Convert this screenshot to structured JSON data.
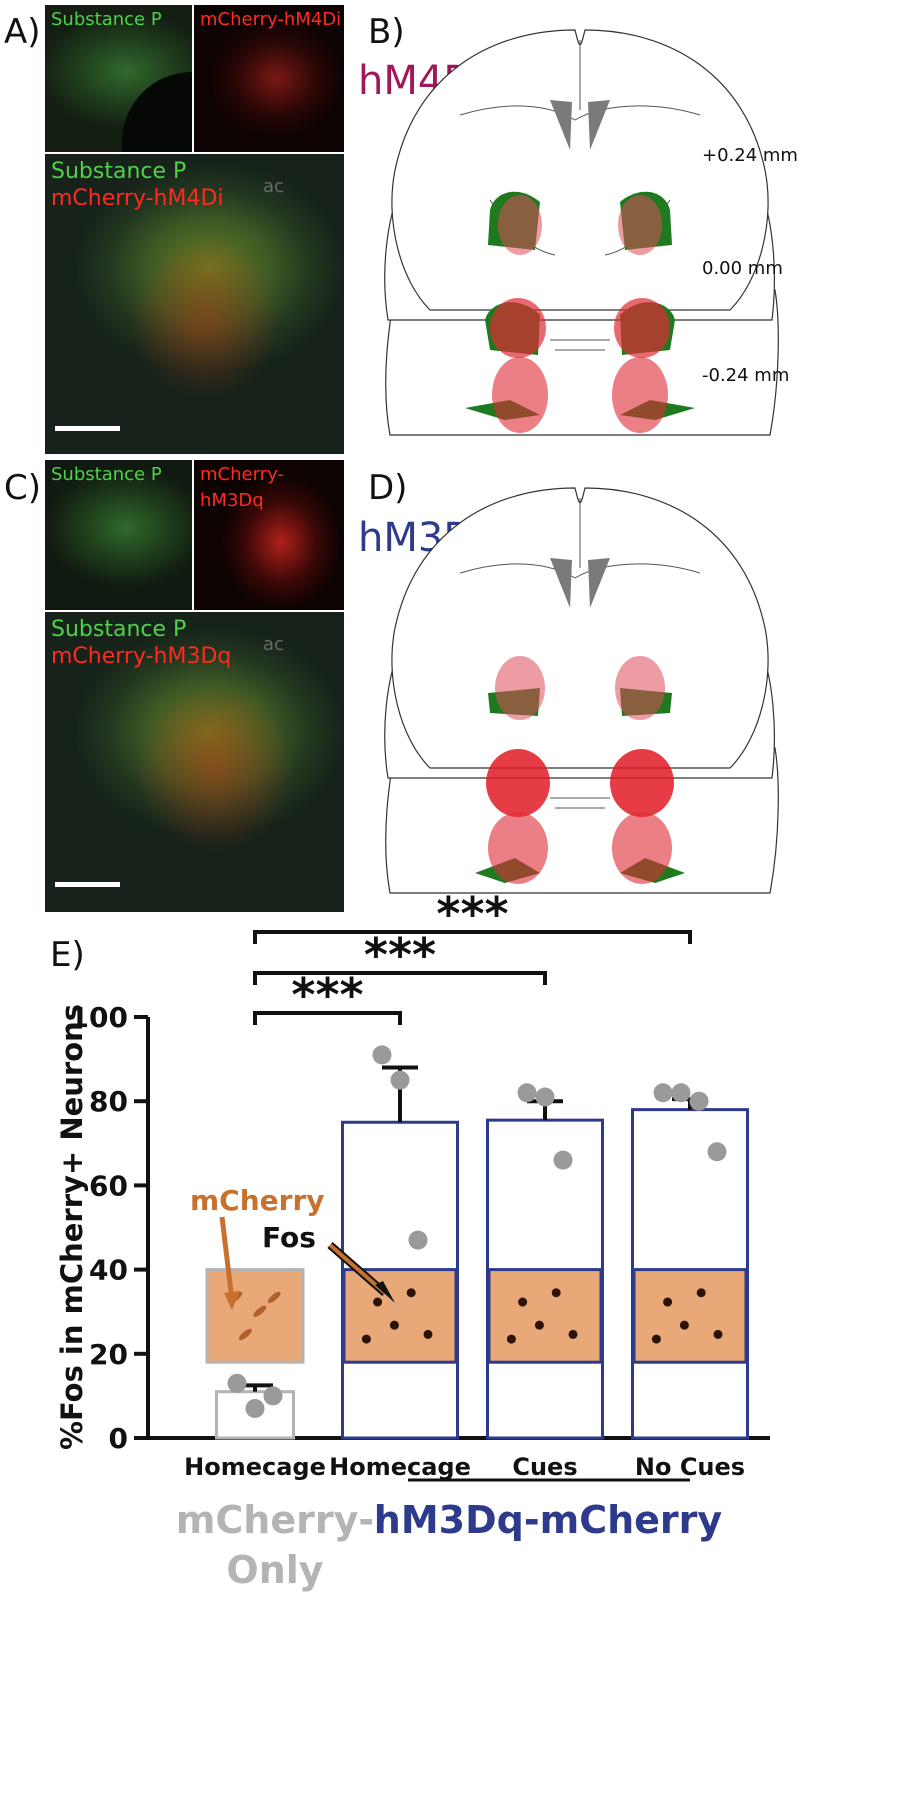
{
  "panels": {
    "A": {
      "letter": "A)",
      "top_left": "Substance P",
      "top_right": "mCherry-hM4Di",
      "main_line1": "Substance P",
      "main_line2": "mCherry-hM4Di",
      "ac": "ac"
    },
    "B": {
      "letter": "B)",
      "drug": "hM4Di",
      "drug_color": "#a0185a",
      "coords": [
        "+0.24 mm",
        "0.00 mm",
        "-0.24 mm"
      ]
    },
    "C": {
      "letter": "C)",
      "top_left": "Substance P",
      "top_right": "mCherry-hM3Dq",
      "main_line1": "Substance P",
      "main_line2": "mCherry-hM3Dq",
      "ac": "ac"
    },
    "D": {
      "letter": "D)",
      "drug": "hM3Dq",
      "drug_color": "#2e3a8c"
    },
    "E": {
      "letter": "E)"
    }
  },
  "colors": {
    "green_label": "#4fd14a",
    "red_label": "#ff2a22",
    "hm3dq_blue": "#2e3a8c",
    "control_gray": "#b4b4b4",
    "dot_gray": "#9a9a9a",
    "arrow_orange": "#c8702e"
  },
  "chart_data": {
    "type": "bar",
    "ylabel": "%Fos in mCherry+ Neurons",
    "ylim": [
      0,
      100
    ],
    "yticks": [
      0,
      20,
      40,
      60,
      80,
      100
    ],
    "categories": [
      "Homecage",
      "Homecage",
      "Cues",
      "No Cues"
    ],
    "values": [
      11,
      75,
      75.5,
      78
    ],
    "errors": [
      1.5,
      13,
      4.5,
      2.5
    ],
    "points": [
      [
        13,
        7,
        10
      ],
      [
        91,
        85,
        47
      ],
      [
        82,
        81,
        66
      ],
      [
        82,
        82,
        80,
        68
      ]
    ],
    "group_labels": [
      "mCherry-\nOnly",
      "hM3Dq-mCherry"
    ],
    "significance": [
      {
        "from": 0,
        "to": 1,
        "label": "***"
      },
      {
        "from": 0,
        "to": 2,
        "label": "***"
      },
      {
        "from": 0,
        "to": 3,
        "label": "***"
      }
    ],
    "inset_labels": {
      "mcherry": "mCherry",
      "fos": "Fos"
    }
  }
}
